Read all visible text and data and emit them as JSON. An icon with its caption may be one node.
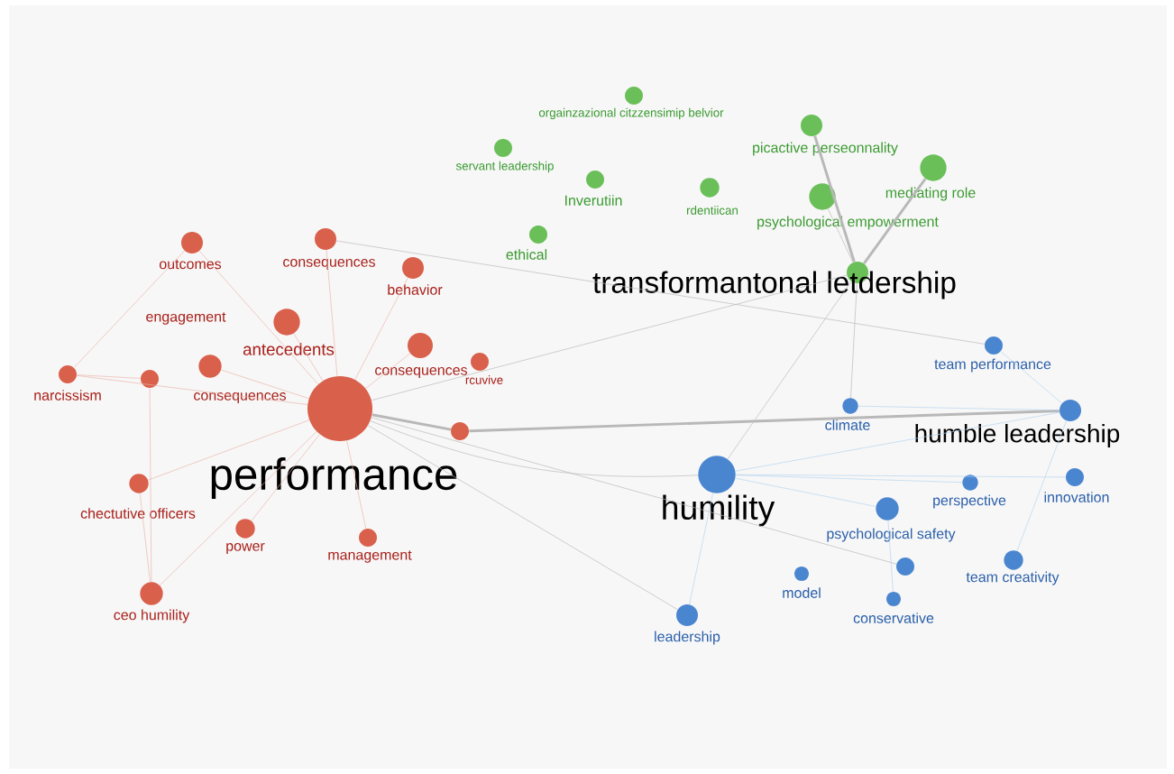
{
  "diagram": {
    "nodes": [
      {
        "text": [
          "orgainzazional citzzensimip belvior"
        ]
      },
      {
        "text": [
          "picactive perseonnality"
        ]
      },
      {
        "text": [
          "servant leadership"
        ]
      },
      {
        "text": [
          "Inverutiin"
        ]
      },
      {
        "text": [
          "rdentiican"
        ]
      },
      {
        "text": [
          "mediating role"
        ]
      },
      {
        "text": [
          "psychological empowerment"
        ]
      },
      {
        "text": [
          "ethical"
        ]
      },
      {
        "text": [
          "transformantonal letdership"
        ]
      },
      {
        "text": [
          "outcomes"
        ]
      },
      {
        "text": [
          "consequences"
        ]
      },
      {
        "text": [
          "behavior"
        ]
      },
      {
        "text": [
          "engagement"
        ]
      },
      {
        "text": [
          "antecedents"
        ]
      },
      {
        "text": [
          "consequences"
        ]
      },
      {
        "text": [
          "rcuvive"
        ]
      },
      {
        "text": [
          "narcissism"
        ]
      },
      {
        "text": [],
        "shape": "circle"
      },
      {
        "text": [
          "consequences"
        ]
      },
      {
        "text": [
          "performance"
        ]
      },
      {
        "text": [],
        "shape": "circle"
      },
      {
        "text": [
          "chectutive officers"
        ]
      },
      {
        "text": [
          "power"
        ]
      },
      {
        "text": [
          "management"
        ]
      },
      {
        "text": [
          "ceo humility"
        ]
      },
      {
        "text": [
          "team performance"
        ]
      },
      {
        "text": [
          "climate"
        ]
      },
      {
        "text": [
          "humble leadership"
        ]
      },
      {
        "text": [
          "humility"
        ]
      },
      {
        "text": [
          "perspective"
        ]
      },
      {
        "text": [
          "innovation"
        ]
      },
      {
        "text": [
          "psychological safety"
        ]
      },
      {
        "text": [],
        "shape": "circle"
      },
      {
        "text": [
          "team creativity"
        ]
      },
      {
        "text": [
          "model"
        ]
      },
      {
        "text": [
          "conservative"
        ]
      },
      {
        "text": [
          "leadership"
        ]
      }
    ],
    "edges": [
      {
        "from": 1,
        "to": 8,
        "arrow": "none",
        "style": "thick"
      },
      {
        "from": 5,
        "to": 8,
        "arrow": "none",
        "style": "thick"
      },
      {
        "from": 6,
        "to": 8,
        "arrow": "none"
      },
      {
        "from": 8,
        "to": 26,
        "arrow": "none"
      },
      {
        "from": 8,
        "to": 28,
        "arrow": "none"
      },
      {
        "from": 19,
        "to": 8,
        "arrow": "none"
      },
      {
        "from": 19,
        "to": 20,
        "arrow": "none",
        "style": "thick"
      },
      {
        "from": 20,
        "to": 27,
        "arrow": "none",
        "style": "thick"
      },
      {
        "from": 19,
        "to": 28,
        "arrow": "none"
      },
      {
        "from": 19,
        "to": 36,
        "arrow": "none"
      },
      {
        "from": 19,
        "to": 32,
        "arrow": "none"
      },
      {
        "from": 10,
        "to": 25,
        "arrow": "none"
      },
      {
        "from": 16,
        "to": 19,
        "arrow": "none",
        "color": "#eab3aa"
      },
      {
        "from": 21,
        "to": 19,
        "arrow": "none",
        "color": "#eab3aa"
      },
      {
        "from": 24,
        "to": 19,
        "arrow": "none",
        "color": "#eab3aa"
      },
      {
        "from": 9,
        "to": 19,
        "arrow": "none",
        "color": "#eab3aa"
      },
      {
        "from": 10,
        "to": 19,
        "arrow": "none",
        "color": "#eab3aa"
      },
      {
        "from": 13,
        "to": 19,
        "arrow": "none",
        "color": "#eab3aa"
      },
      {
        "from": 18,
        "to": 19,
        "arrow": "none",
        "color": "#eab3aa"
      },
      {
        "from": 22,
        "to": 19,
        "arrow": "none",
        "color": "#eab3aa"
      },
      {
        "from": 23,
        "to": 19,
        "arrow": "none",
        "color": "#eab3aa"
      },
      {
        "from": 14,
        "to": 19,
        "arrow": "none",
        "color": "#eab3aa"
      },
      {
        "from": 11,
        "to": 19,
        "arrow": "none",
        "color": "#eab3aa"
      },
      {
        "from": 16,
        "to": 17,
        "arrow": "none",
        "color": "#eab3aa"
      },
      {
        "from": 21,
        "to": 24,
        "arrow": "none",
        "color": "#eab3aa"
      },
      {
        "from": 9,
        "to": 16,
        "arrow": "none",
        "color": "#eab3aa"
      },
      {
        "from": 17,
        "to": 24,
        "arrow": "none",
        "color": "#eab3aa"
      },
      {
        "from": 28,
        "to": 27,
        "arrow": "none",
        "color": "#b3d3ee"
      },
      {
        "from": 28,
        "to": 31,
        "arrow": "none",
        "color": "#b3d3ee"
      },
      {
        "from": 28,
        "to": 29,
        "arrow": "none",
        "color": "#b3d3ee"
      },
      {
        "from": 28,
        "to": 30,
        "arrow": "none",
        "color": "#b3d3ee"
      },
      {
        "from": 27,
        "to": 33,
        "arrow": "none",
        "color": "#b3d3ee"
      },
      {
        "from": 28,
        "to": 36,
        "arrow": "none",
        "color": "#b3d3ee"
      },
      {
        "from": 31,
        "to": 35,
        "arrow": "none",
        "color": "#b3d3ee"
      },
      {
        "from": 27,
        "to": 25,
        "arrow": "none",
        "color": "#b3d3ee"
      },
      {
        "from": 26,
        "to": 27,
        "arrow": "none",
        "color": "#b3d3ee"
      }
    ]
  }
}
